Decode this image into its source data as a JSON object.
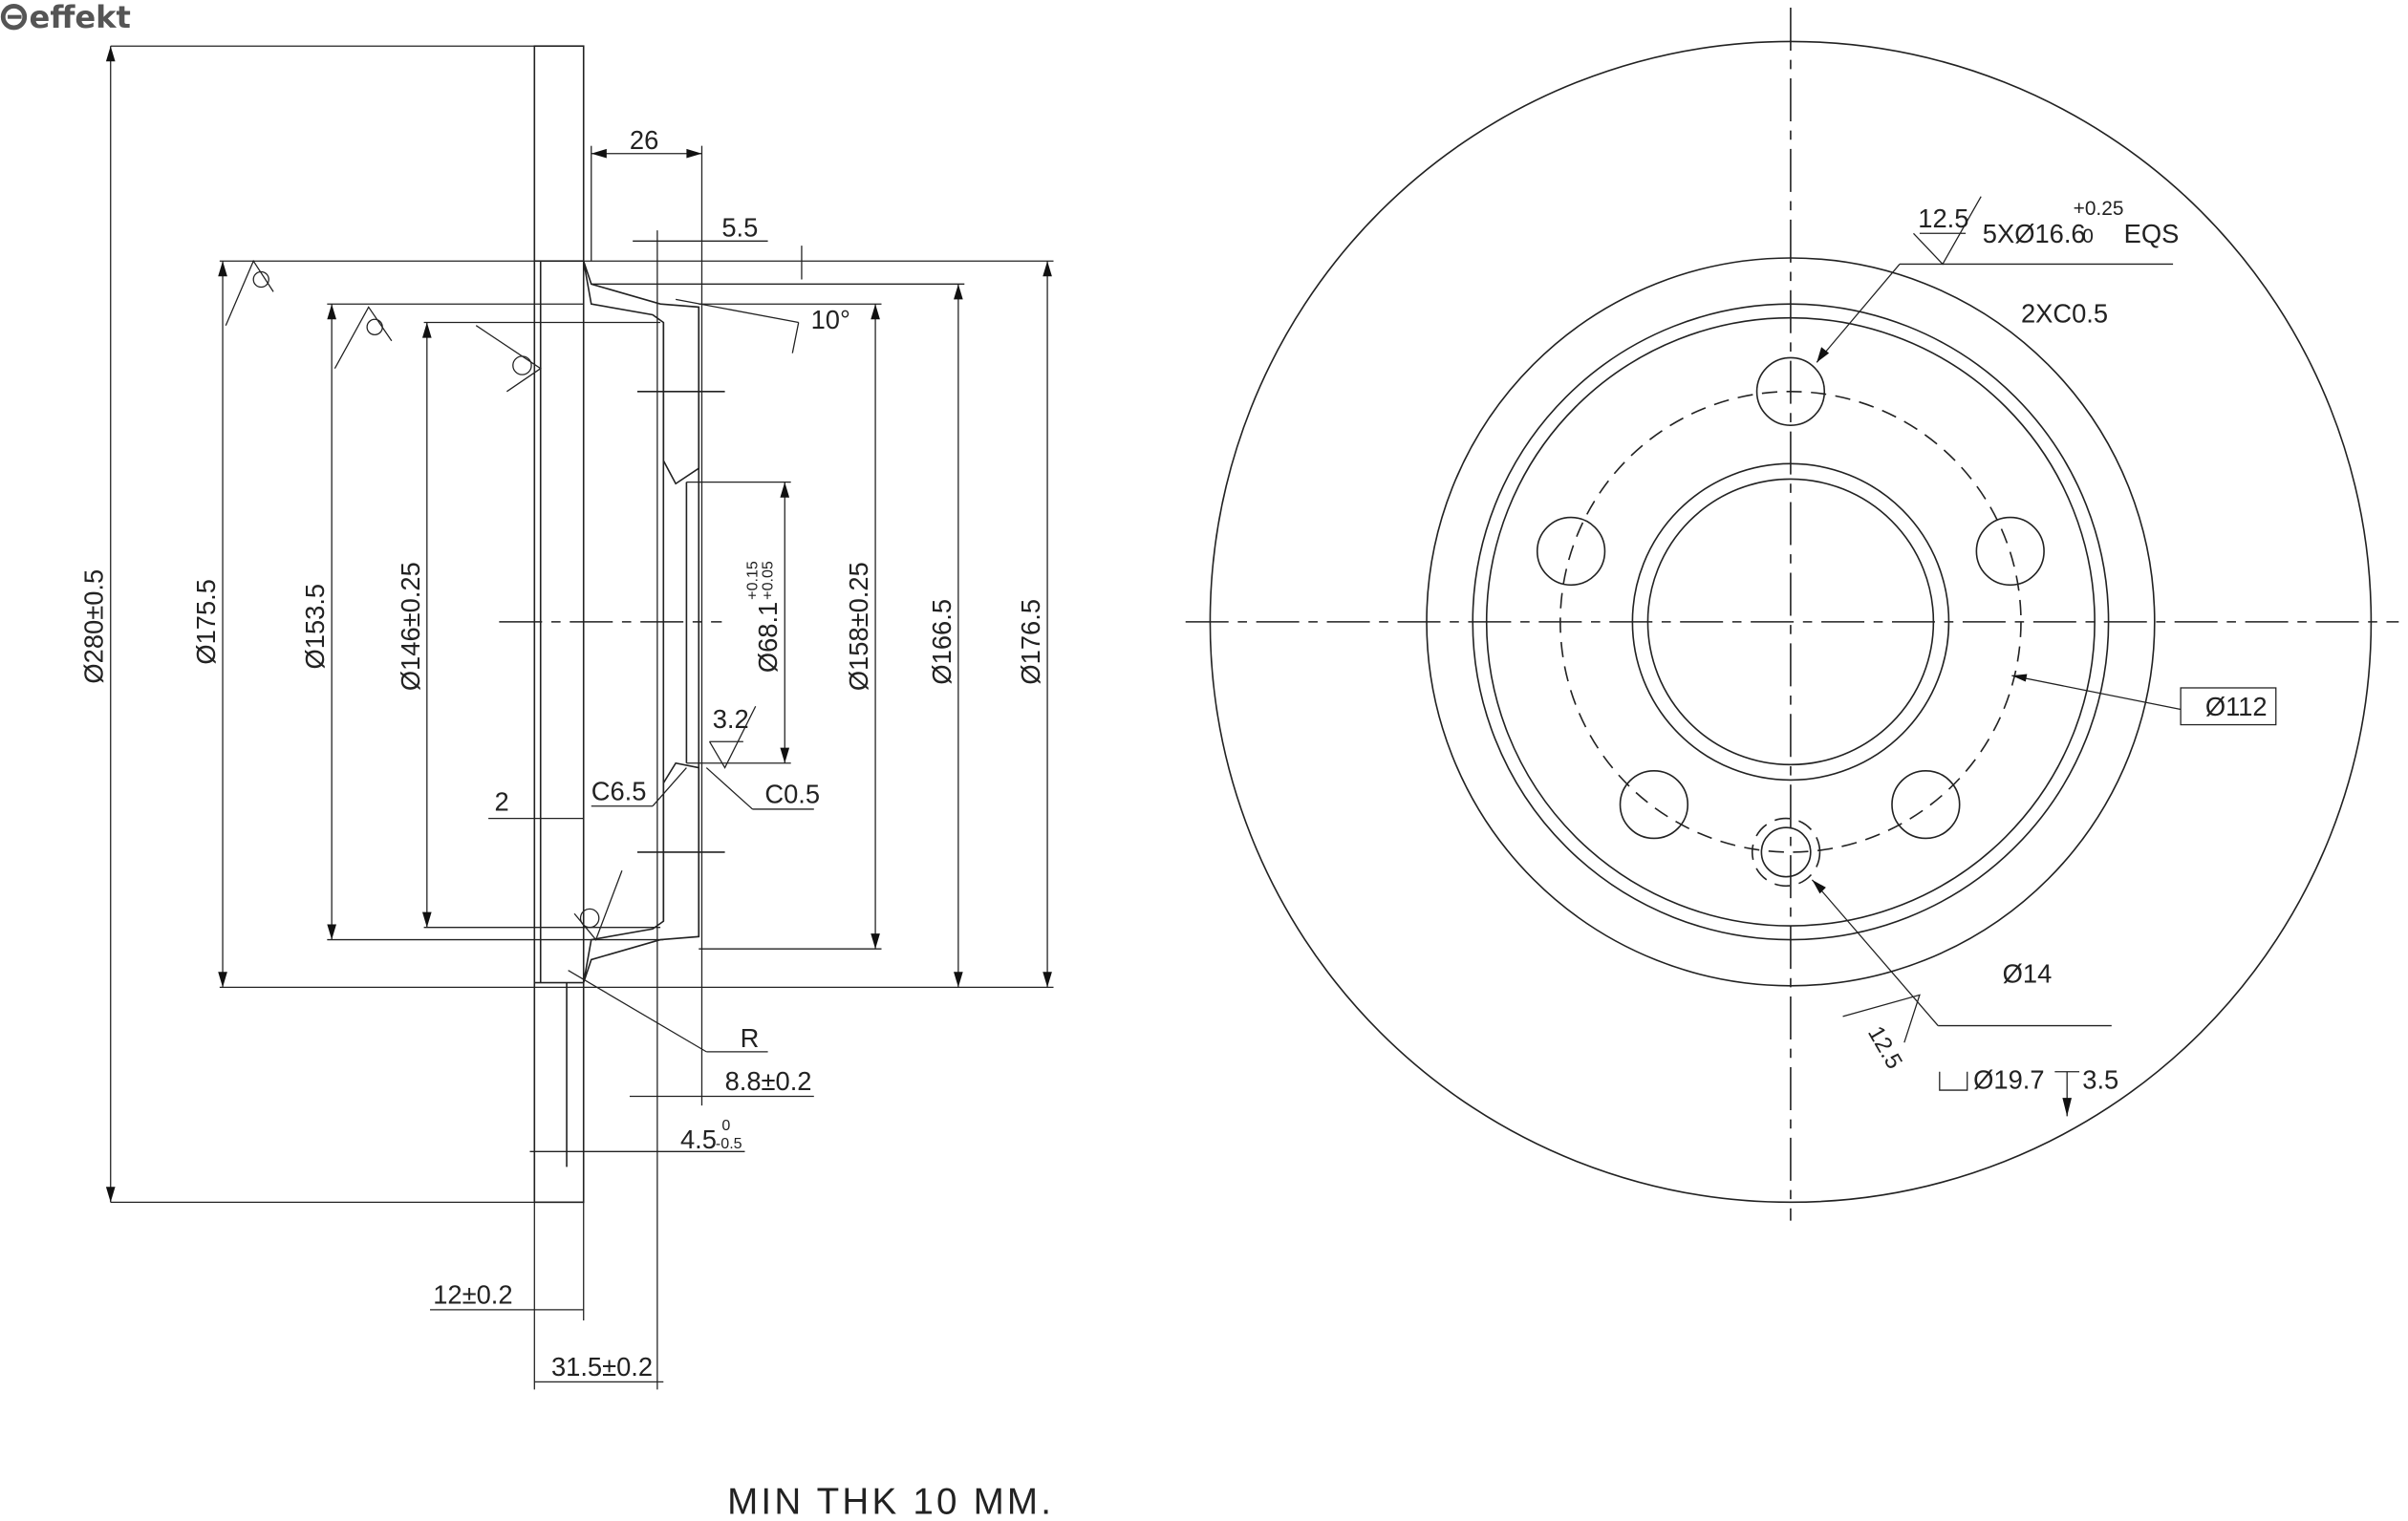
{
  "logo": {
    "text": "effekt"
  },
  "side_view": {
    "dim_280": "Ø280±0.5",
    "dim_175_5": "Ø175.5",
    "dim_153_5": "Ø153.5",
    "dim_146": "Ø146±0.25",
    "dim_68_1": "Ø68.1",
    "dim_68_1_tol_upper": "+0.15",
    "dim_68_1_tol_lower": "+0.05",
    "dim_158": "Ø158±0.25",
    "dim_166_5": "Ø166.5",
    "dim_176_5": "Ø176.5",
    "dim_26": "26",
    "dim_5_5": "5.5",
    "angle_10": "10°",
    "roughness_3_2": "3.2",
    "chamfer_c6_5": "C6.5",
    "chamfer_c0_5": "C0.5",
    "dim_2": "2",
    "radius_r": "R",
    "dim_8_8": "8.8±0.2",
    "dim_4_5": "4.5",
    "dim_4_5_tol_upper": "0",
    "dim_4_5_tol_lower": "-0.5",
    "dim_12": "12±0.2",
    "dim_31_5": "31.5±0.2"
  },
  "front_view": {
    "roughness_12_5_top": "12.5",
    "holes_callout": "5XØ16.6",
    "holes_tol_upper": "+0.25",
    "holes_tol_lower": "0",
    "holes_eqs": "EQS",
    "chamfer_2xc0_5": "2XC0.5",
    "pcd_112": "Ø112",
    "hole_14": "Ø14",
    "roughness_12_5_bottom": "12.5",
    "counterbore": "Ø19.7",
    "counterbore_depth": "3.5"
  },
  "note": "MIN THK 10 MM."
}
